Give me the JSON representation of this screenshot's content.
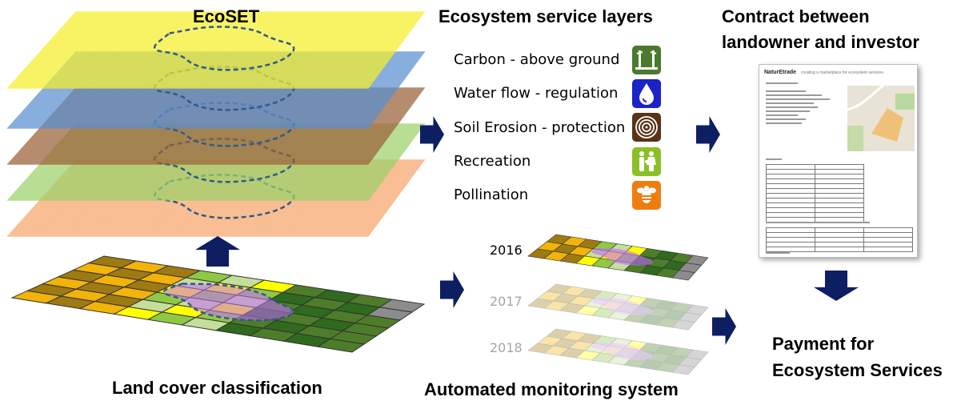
{
  "headings": {
    "ecoset": "EcoSET",
    "service_layers": "Ecosystem service layers",
    "contract": "Contract between landowner and investor",
    "contract_line1": "Contract between",
    "contract_line2": "landowner and investor",
    "land_cover": "Land cover classification",
    "monitoring": "Automated monitoring system",
    "payment_line1": "Payment for",
    "payment_line2": "Ecosystem Services"
  },
  "services": [
    {
      "label": "Carbon - above ground",
      "icon": "tree-icon",
      "color": "#4a7a2c"
    },
    {
      "label": "Water flow - regulation",
      "icon": "water-drop-icon",
      "color": "#1a22c8"
    },
    {
      "label": "Soil Erosion - protection",
      "icon": "soil-rings-icon",
      "color": "#5a3216"
    },
    {
      "label": "Recreation",
      "icon": "family-icon",
      "color": "#8cbf26"
    },
    {
      "label": "Pollination",
      "icon": "bee-icon",
      "color": "#ee7d10"
    }
  ],
  "years": [
    "2016",
    "2017",
    "2018"
  ],
  "document": {
    "brand": "NaturEtrade",
    "tagline": "creating a marketplace for ecosystem services"
  },
  "colors": {
    "arrow": "#0e1e63",
    "layer_yellow": "#f5ef2a",
    "layer_blue": "#5a8fd0",
    "layer_brown": "#9b6139",
    "layer_green": "#9cd26a",
    "layer_orange": "#f7a66a",
    "outline": "#2f5a8a"
  }
}
